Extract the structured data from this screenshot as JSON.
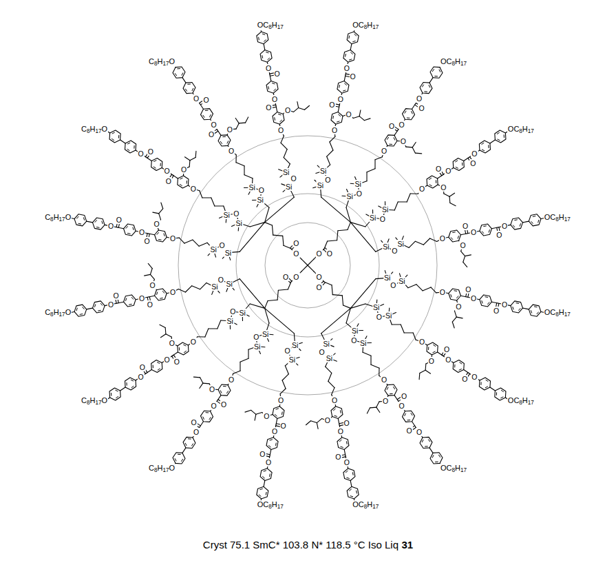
{
  "diagram": {
    "caption": "Cryst 75.1 SmC* 103.8 N* 118.5 °C Iso Liq",
    "labels": [
      "O",
      "O",
      "O",
      "O",
      "O",
      "O",
      "O",
      "O",
      "Si",
      "O",
      "Si",
      "O",
      "O",
      "O",
      "O",
      "O",
      "O",
      "OC8H17",
      "Si",
      "O",
      "Si",
      "O",
      "O",
      "O",
      "O",
      "O",
      "O",
      "OC8H17",
      "Si",
      "O",
      "Si",
      "O",
      "O",
      "O",
      "O",
      "O",
      "O",
      "OC8H17",
      "Si",
      "O",
      "Si",
      "O",
      "O",
      "O",
      "O",
      "O",
      "O",
      "OC8H17",
      "Si",
      "O",
      "Si",
      "O",
      "O",
      "O",
      "O",
      "O",
      "O",
      "OC8H17",
      "Si",
      "O",
      "Si",
      "O",
      "O",
      "O",
      "O",
      "O",
      "O",
      "C8H17O",
      "Si",
      "O",
      "Si",
      "O",
      "O",
      "O",
      "O",
      "O",
      "O",
      "C8H17O",
      "Si",
      "O",
      "Si",
      "O",
      "O",
      "O",
      "O",
      "O",
      "O",
      "C8H17O",
      "Si",
      "O",
      "Si",
      "O",
      "O",
      "O",
      "O",
      "O",
      "O",
      "C8H17O",
      "Si",
      "O",
      "Si",
      "O",
      "O",
      "O",
      "O",
      "O",
      "O",
      "C8H17O",
      "Si",
      "O",
      "Si",
      "O",
      "O",
      "O",
      "O",
      "O",
      "O",
      "C8H17O",
      "Si",
      "O",
      "Si",
      "O",
      "O",
      "O",
      "O",
      "O",
      "O",
      "OC8H17",
      "Si",
      "O",
      "Si",
      "O",
      "O",
      "O",
      "O",
      "O",
      "O",
      "OC8H17",
      "Si",
      "O",
      "Si",
      "O",
      "O",
      "O",
      "O",
      "O",
      "O",
      "OC8H17",
      "Si",
      "O",
      "Si",
      "O",
      "O",
      "O",
      "O",
      "O",
      "O",
      "OC8H17",
      "Si",
      "O",
      "Si",
      "O",
      "O",
      "O",
      "O",
      "O",
      "O",
      "OC8H17",
      "31"
    ]
  }
}
